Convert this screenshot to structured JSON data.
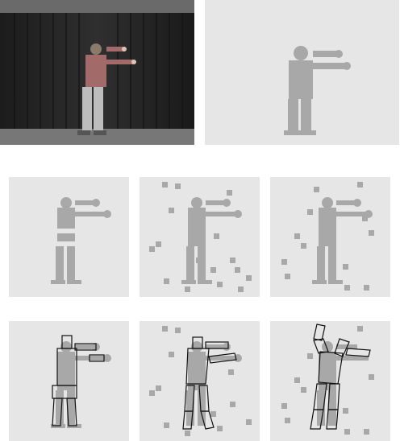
{
  "figure": {
    "panels": [
      {
        "id": "photo",
        "kind": "grayscale-photo",
        "desc_visible": false
      },
      {
        "id": "silhouette",
        "kind": "foreground-silhouette"
      },
      {
        "id": "silhouette-occluded",
        "kind": "silhouette-with-band-occlusion"
      },
      {
        "id": "silhouette-noisy",
        "kind": "silhouette-with-clutter"
      },
      {
        "id": "silhouette-noisy-2",
        "kind": "silhouette-with-clutter"
      },
      {
        "id": "fit-occluded",
        "kind": "silhouette-with-body-model"
      },
      {
        "id": "fit-noisy",
        "kind": "silhouette-with-body-model"
      },
      {
        "id": "fit-noisy-2",
        "kind": "silhouette-with-body-model"
      }
    ],
    "colors": {
      "panel_bg": "#e6e6e6",
      "silhouette": "#a8a8a8",
      "clutter": "#a8a8a8",
      "model_outline": "#111111",
      "photo_bg": "#2a2a2a"
    },
    "icons": [
      "camera-photo",
      "silhouette",
      "clutter-block",
      "skeleton-model"
    ]
  }
}
